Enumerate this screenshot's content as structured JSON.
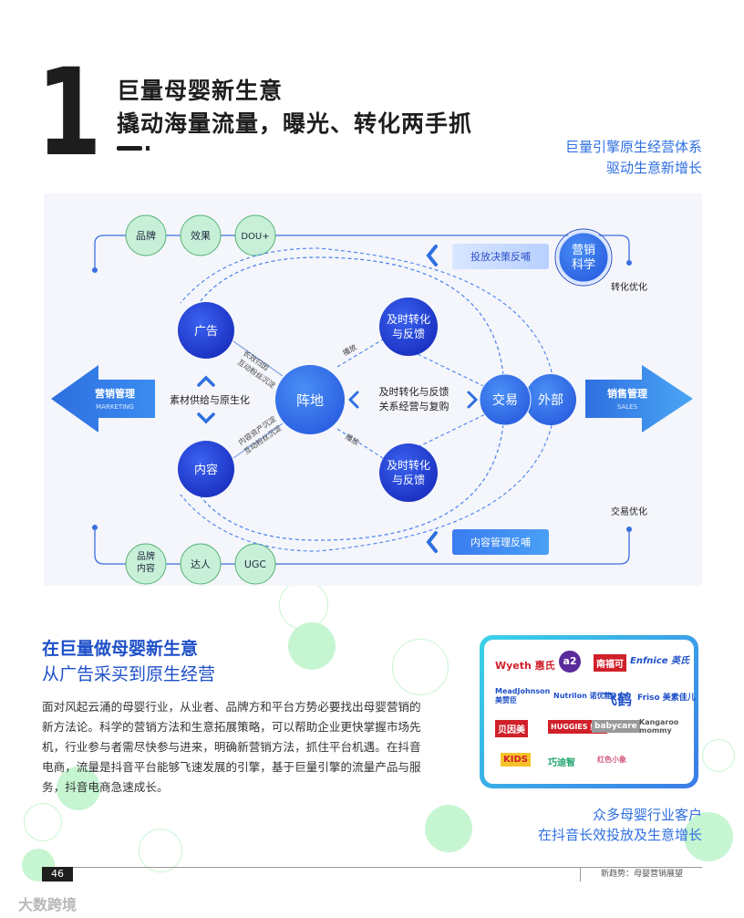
{
  "header": {
    "number": "1",
    "title_line1": "巨量母婴新生意",
    "title_line2": "撬动海量流量，曝光、转化两手抓",
    "tagline_line1": "巨量引擎原生经营体系",
    "tagline_line2": "驱动生意新增长"
  },
  "diagram": {
    "top_pills": [
      "品牌",
      "效果",
      "DOU+"
    ],
    "bottom_pills": [
      "品牌\n内容",
      "达人",
      "UGC"
    ],
    "marketing_science": "营销\n科学",
    "feedback_top": "投放决策反哺",
    "feedback_bottom": "内容管理反哺",
    "conversion_opt": "转化优化",
    "trade_opt": "交易优化",
    "ad": "广告",
    "content": "内容",
    "center": "阵地",
    "material": "素材供给与原生化",
    "top_right_node": "及时转化\n与反馈",
    "bottom_right_node": "及时转化\n与反馈",
    "center_right_line1": "及时转化与反馈",
    "center_right_line2": "关系经营与复购",
    "ad_link_label": "长效归因\n互动粉丝沉淀",
    "content_link_label": "内容资产沉淀\n互动粉丝沉淀",
    "boost_top": "播放",
    "boost_bottom": "播放",
    "trade": "交易",
    "external": "外部",
    "left_arrow_cn": "营销管理",
    "left_arrow_en": "MARKETING",
    "right_arrow_cn": "销售管理",
    "right_arrow_en": "SALES"
  },
  "section": {
    "title1": "在巨量做母婴新生意",
    "title2": "从广告采买到原生经营",
    "paragraph_lines": [
      "面对风起云涌的母婴行业，从业者、品牌方和平台方势必要找出母婴营销的",
      "新方法论。科学的营销方法和生意拓展策略，可以帮助企业更快掌握市场先",
      "机，行业参与者需尽快参与进来，明确新营销方法，抓住平台机遇。在抖音",
      "电商，流量是抖音平台能够飞速发展的引擎，基于巨量引擎的流量产品与服",
      "务，抖音电商急速成长。"
    ]
  },
  "logos": {
    "items": [
      "Wyeth 惠氏",
      "a2",
      "南福可",
      "Enfnice 英氏",
      "MeadJohnson 美赞臣",
      "Nutrilon 诺优能3",
      "飞鹤",
      "Friso 美素佳儿",
      "贝因美",
      "HUGGIES 好奇",
      "babycare",
      "Kangaroo mommy",
      "KIDS",
      "巧迪智",
      "红色小象"
    ],
    "caption_line1": "众多母婴行业客户",
    "caption_line2": "在抖音长效投放及生意增长"
  },
  "footer": {
    "page_number": "46",
    "right_text": "新趋势：母婴营销展望",
    "watermark": "大数跨境"
  },
  "colors": {
    "accent": "#2f6fe0",
    "title_blue": "#1e4fc8",
    "node_dark": "#1f3bd0",
    "pill_green": "#c8f0d8",
    "bubble_green": "#c6f5d2"
  }
}
